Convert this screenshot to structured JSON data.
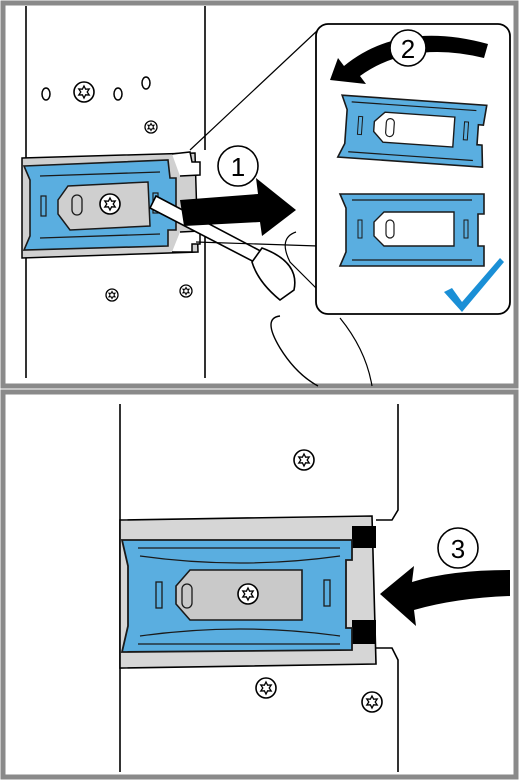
{
  "colors": {
    "frame": "#8a8a8a",
    "clip_fill": "#5aaee0",
    "clip_stroke": "#1a1a1a",
    "plate_fill": "#c9c9c9",
    "check": "#1a8fd6",
    "arrow": "#000000"
  },
  "steps": {
    "one": "1",
    "two": "2",
    "three": "3"
  },
  "icons": {
    "screw": "torx-screw-icon",
    "check": "checkmark-icon",
    "hand": "hand-icon",
    "screwdriver": "screwdriver-icon"
  }
}
